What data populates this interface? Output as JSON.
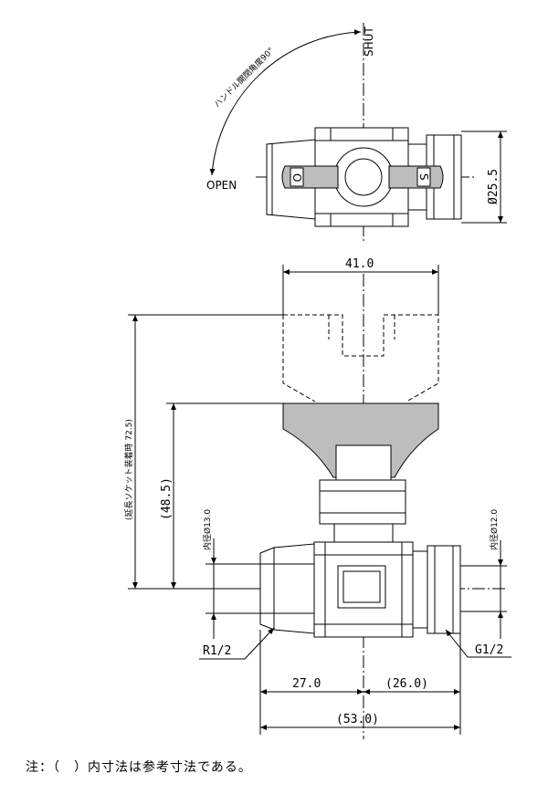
{
  "top_view": {
    "shut_label": "SHUT",
    "open_label": "OPEN",
    "rotation_label": "ハンドル開閉角度90°",
    "dia_outer": "Ø25.5",
    "handle_o": "O",
    "handle_s": "S"
  },
  "front_view": {
    "dim_handle_width": "41.0",
    "dim_socket_height": "(延長ソケット装着時 72.5)",
    "dim_height": "(48.5)",
    "dim_inner_left": "内径Ø13.0",
    "dim_inner_right": "内径Ø12.0",
    "thread_left": "R1/2",
    "thread_right": "G1/2",
    "dim_left_len": "27.0",
    "dim_right_len": "(26.0)",
    "dim_total_len": "(53.0)"
  },
  "note": "注：（　）内寸法は参考寸法である。",
  "colors": {
    "line": "#000000",
    "handle_fill": "#bdbdbd",
    "background": "#ffffff"
  }
}
